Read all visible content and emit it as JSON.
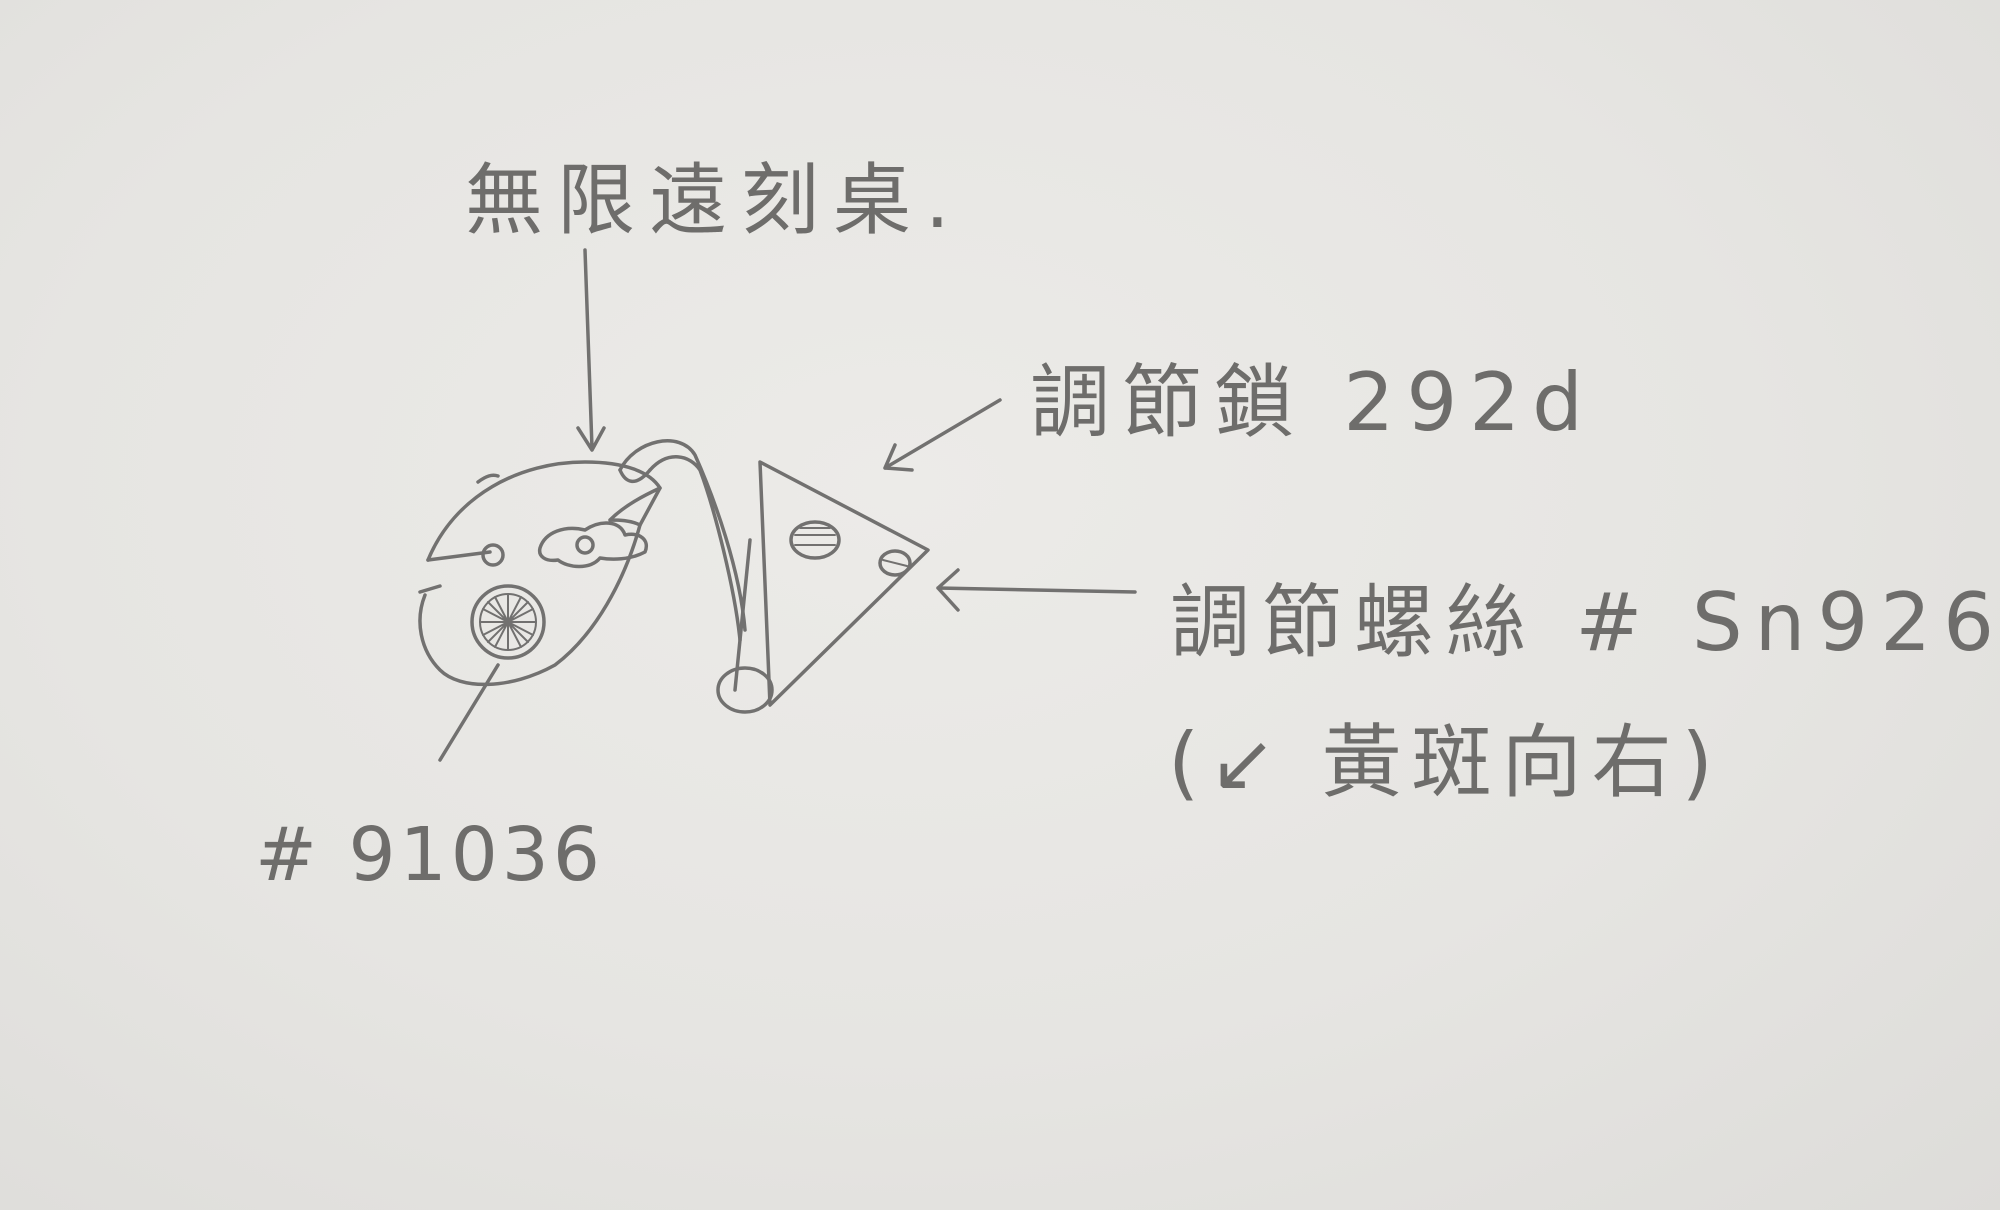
{
  "labels": {
    "infinity_mark": "無限遠刻桌.",
    "adjust_lock": "調節鎖 292d",
    "adjust_screw": "調節螺絲 # Sn926",
    "screw_note": "(↙ 黃斑向右)",
    "part_number": "# 91036"
  },
  "colors": {
    "paper": "#e8e7e4",
    "pencil": "#6e6d6b"
  }
}
